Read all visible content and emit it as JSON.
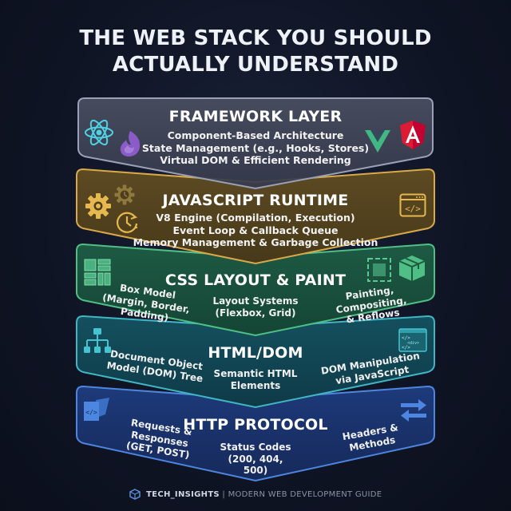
{
  "title": {
    "line1": "THE WEB STACK YOU SHOULD",
    "line2": "ACTUALLY UNDERSTAND"
  },
  "layers": [
    {
      "name": "FRAMEWORK LAYER",
      "color": "#8a8fa8",
      "lines": [
        "Component-Based Architecture",
        "State Management (e.g., Hooks, Stores)",
        "Virtual DOM & Efficient Rendering"
      ],
      "icons_left": [
        "react-icon",
        "redux-flame-icon"
      ],
      "icons_right": [
        "vue-icon",
        "angular-icon"
      ]
    },
    {
      "name": "JAVASCRIPT RUNTIME",
      "color": "#d9a94a",
      "lines": [
        "V8 Engine (Compilation, Execution)",
        "Event Loop & Callback Queue",
        "Memory Management & Garbage Collection"
      ],
      "icons_left": [
        "gear-icon",
        "gear-clock-icon",
        "clock-refresh-icon"
      ],
      "icons_right": [
        "code-window-icon"
      ]
    },
    {
      "name": "CSS LAYOUT & PAINT",
      "color": "#4fbf86",
      "columns": [
        {
          "line1": "Box Model",
          "line2": "(Margin, Border, Padding)"
        },
        {
          "line1": "Layout Systems",
          "line2": "(Flexbox, Grid)"
        },
        {
          "line1": "Painting, Compositing,",
          "line2": "& Reflows"
        }
      ],
      "icons_left": [
        "grid-layout-icon"
      ],
      "icons_right": [
        "selection-box-icon",
        "package-box-icon"
      ]
    },
    {
      "name": "HTML/DOM",
      "color": "#3fb6c4",
      "columns": [
        {
          "line1": "Document Object",
          "line2": "Model (DOM) Tree"
        },
        {
          "line1": "Semantic HTML",
          "line2": "Elements"
        },
        {
          "line1": "DOM Manipulation",
          "line2": "via JavaScript"
        }
      ],
      "icons_left": [
        "dom-tree-icon"
      ],
      "icons_right": [
        "html-code-window-icon"
      ]
    },
    {
      "name": "HTTP PROTOCOL",
      "color": "#4d86e0",
      "columns": [
        {
          "line1": "Requests & Responses",
          "line2": "(GET, POST)"
        },
        {
          "line1": "Status Codes",
          "line2": "(200, 404, 500)"
        },
        {
          "line1": "Headers &",
          "line2": "Methods"
        }
      ],
      "icons_left": [
        "request-documents-icon"
      ],
      "icons_right": [
        "exchange-arrows-icon"
      ]
    }
  ],
  "footer": {
    "brand": "TECH_INSIGHTS",
    "separator": "|",
    "tagline": "MODERN WEB DEVELOPMENT GUIDE"
  }
}
